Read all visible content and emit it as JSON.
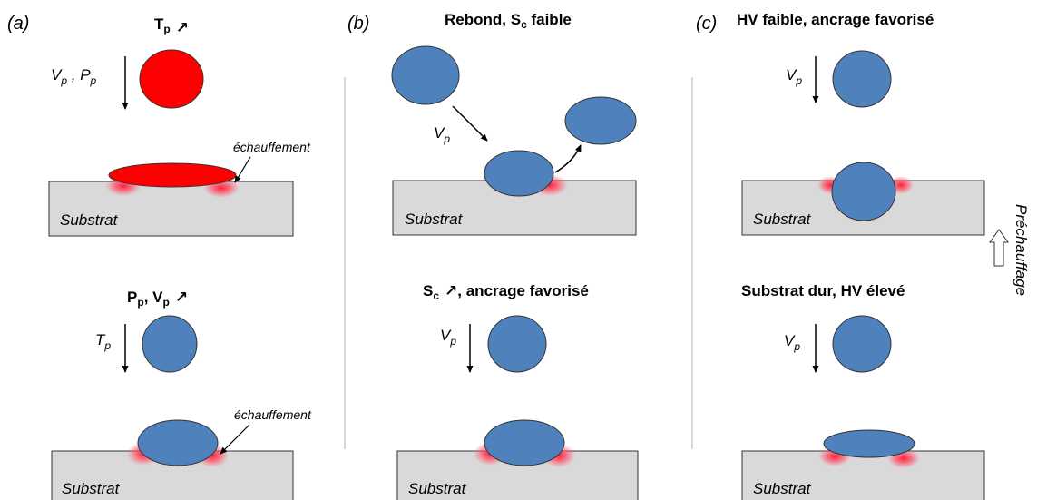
{
  "panels": {
    "a": {
      "label": "(a)",
      "top": {
        "title_main": "T",
        "title_sub": "p",
        "title_suffix": "",
        "arrow_glyph": "↗",
        "force_1": "V",
        "force_1_sub": "p",
        "force_sep": " , ",
        "force_2": "P",
        "force_2_sub": "p",
        "annotation": "échauffement",
        "substrate": "Substrat"
      },
      "bottom": {
        "title_p": "P",
        "title_p_sub": "p",
        "title_sep": ", ",
        "title_v": "V",
        "title_v_sub": "p",
        "arrow_glyph": "↗",
        "force": "T",
        "force_sub": "p",
        "annotation": "échauffement",
        "substrate": "Substrat"
      }
    },
    "b": {
      "label": "(b)",
      "top": {
        "title_main": "Rebond, S",
        "title_sub": "c",
        "title_suffix": " faible",
        "force": "V",
        "force_sub": "p",
        "substrate": "Substrat"
      },
      "bottom": {
        "title_main": "S",
        "title_sub": "c",
        "arrow_glyph": "↗",
        "title_suffix": ", ancrage favorisé",
        "force": "V",
        "force_sub": "p",
        "substrate": "Substrat"
      }
    },
    "c": {
      "label": "(c)",
      "top": {
        "title": "HV faible, ancrage favorisé",
        "force": "V",
        "force_sub": "p",
        "substrate": "Substrat"
      },
      "bottom": {
        "title": "Substrat dur, HV élevé",
        "force": "V",
        "force_sub": "p",
        "substrate": "Substrat"
      },
      "side_label": "Préchauffage"
    }
  },
  "colors": {
    "hot_particle": "#ff0000",
    "particle": "#4f81bd",
    "substrate": "#d9d9d9",
    "heat": "#ff3a50",
    "divider": "#bfbfbf"
  }
}
